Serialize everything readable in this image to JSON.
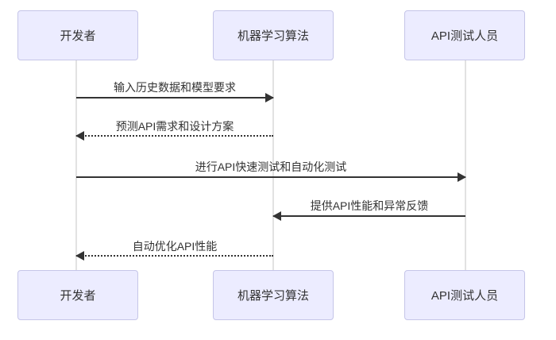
{
  "diagram": {
    "type": "sequence-diagram",
    "colors": {
      "actor_fill": "#ECECFF",
      "actor_border": "#C5C5E8",
      "text_color": "#333333",
      "line_color": "#333333",
      "lifeline_color": "#E2E2E2",
      "bg_color": "#FFFFFF"
    },
    "actors": [
      {
        "id": "developer",
        "label": "开发者"
      },
      {
        "id": "ml-algorithm",
        "label": "机器学习算法"
      },
      {
        "id": "api-tester",
        "label": "API测试人员"
      }
    ],
    "messages": [
      {
        "from": "开发者",
        "to": "机器学习算法",
        "label": "输入历史数据和模型要求",
        "style": "solid",
        "direction": "right"
      },
      {
        "from": "机器学习算法",
        "to": "开发者",
        "label": "预测API需求和设计方案",
        "style": "dotted",
        "direction": "left"
      },
      {
        "from": "开发者",
        "to": "API测试人员",
        "label": "进行API快速测试和自动化测试",
        "style": "solid",
        "direction": "right"
      },
      {
        "from": "API测试人员",
        "to": "机器学习算法",
        "label": "提供API性能和异常反馈",
        "style": "solid",
        "direction": "left"
      },
      {
        "from": "机器学习算法",
        "to": "开发者",
        "label": "自动优化API性能",
        "style": "dotted",
        "direction": "left"
      }
    ]
  }
}
